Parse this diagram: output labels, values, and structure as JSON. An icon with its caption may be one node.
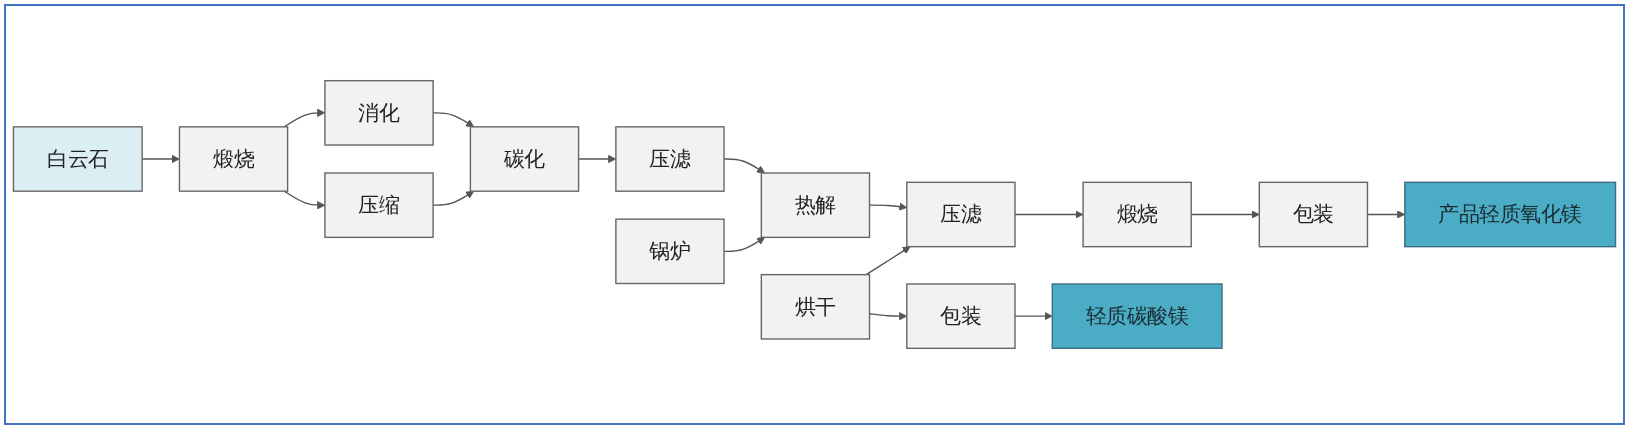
{
  "diagram": {
    "nodes": [
      {
        "text": [
          "白云石"
        ]
      },
      {
        "text": [
          "煅烧"
        ]
      },
      {
        "text": [
          "消化"
        ]
      },
      {
        "text": [
          "碳化"
        ]
      },
      {
        "text": [
          "压滤"
        ]
      },
      {
        "text": [
          "热解"
        ]
      },
      {
        "text": [
          "压滤"
        ]
      },
      {
        "text": [
          "煅烧"
        ]
      },
      {
        "text": [
          "包装"
        ]
      },
      {
        "text": [
          "压缩"
        ]
      },
      {
        "text": [
          "锅炉"
        ]
      },
      {
        "text": [
          "烘干"
        ]
      },
      {
        "text": [
          "包装"
        ]
      },
      {
        "text": [
          "产品轻质氧化镁"
        ]
      },
      {
        "text": [
          "轻质碳酸镁"
        ]
      }
    ],
    "edges": [
      {
        "from": 0,
        "to": 1,
        "arrow": "to"
      },
      {
        "from": 1,
        "to": 2,
        "arrow": "to"
      },
      {
        "from": 2,
        "to": 3,
        "arrow": "to"
      },
      {
        "from": 3,
        "to": 4,
        "arrow": "to"
      },
      {
        "from": 4,
        "to": 5,
        "arrow": "to"
      },
      {
        "from": 5,
        "to": 6,
        "arrow": "to"
      },
      {
        "from": 6,
        "to": 7,
        "arrow": "to"
      },
      {
        "from": 7,
        "to": 8,
        "arrow": "to"
      },
      {
        "from": 1,
        "to": 9,
        "arrow": "to"
      },
      {
        "from": 9,
        "to": 3,
        "arrow": "to"
      },
      {
        "from": 10,
        "to": 5,
        "arrow": "to"
      },
      {
        "from": 11,
        "to": 6,
        "arrow": "to"
      },
      {
        "from": 11,
        "to": 12,
        "arrow": "to"
      },
      {
        "from": 8,
        "to": 13,
        "arrow": "to"
      },
      {
        "from": 12,
        "to": 14,
        "arrow": "to"
      }
    ]
  }
}
